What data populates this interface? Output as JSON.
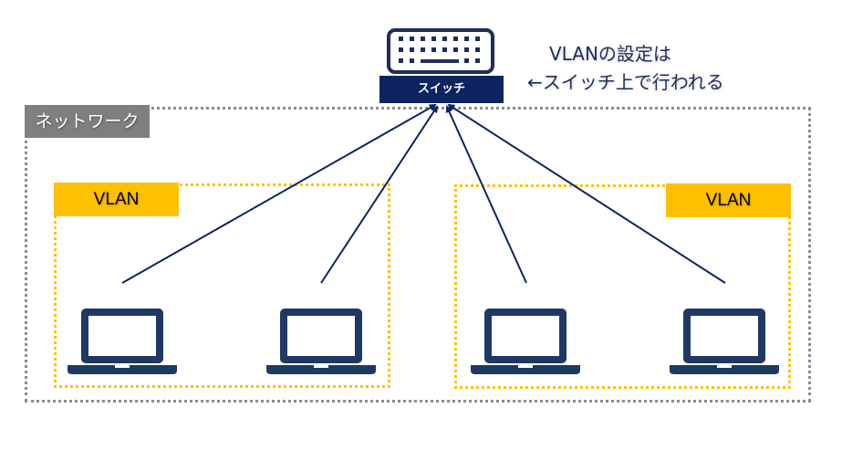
{
  "switch": {
    "label": "スイッチ",
    "icon": "keyboard-switch-icon"
  },
  "note": {
    "line1": "VLANの設定は",
    "line2": "←スイッチ上で行われる"
  },
  "network": {
    "label": "ネットワーク"
  },
  "vlans": [
    {
      "label": "VLAN",
      "devices": [
        {
          "icon": "laptop-icon"
        },
        {
          "icon": "laptop-icon"
        }
      ]
    },
    {
      "label": "VLAN",
      "devices": [
        {
          "icon": "laptop-icon"
        },
        {
          "icon": "laptop-icon"
        }
      ]
    }
  ],
  "colors": {
    "navy": "#0e2460",
    "laptop": "#203864",
    "vlan": "#ffc000",
    "network": "#7f7f7f"
  }
}
